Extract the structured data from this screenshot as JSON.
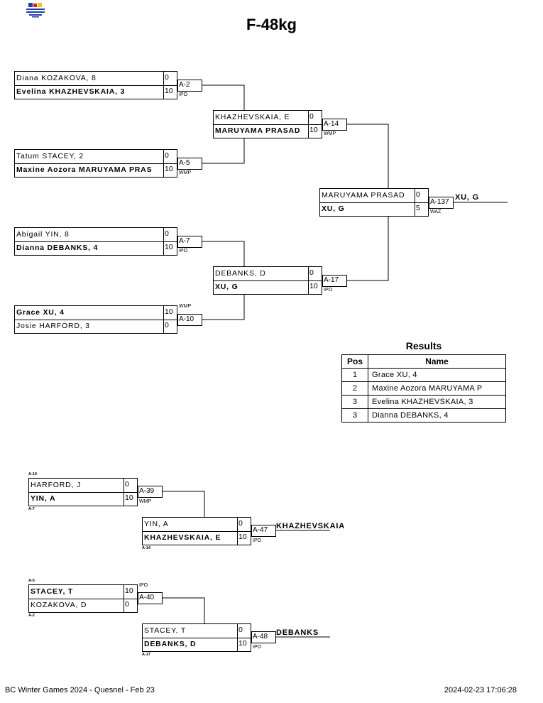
{
  "title": "F-48kg",
  "main_bracket": {
    "round1": [
      {
        "p1": "Diana KOZAKOVA, 8",
        "s1": "0",
        "p2": "Evelina KHAZHEVSKAIA, 3",
        "s2": "10",
        "match": "A-2",
        "win_type": "IPO",
        "winner": 2
      },
      {
        "p1": "Tatum STACEY, 2",
        "s1": "0",
        "p2": "Maxine Aozora MARUYAMA PRAS",
        "s2": "10",
        "match": "A-5",
        "win_type": "WMP",
        "winner": 2
      },
      {
        "p1": "Abigail YIN, 8",
        "s1": "0",
        "p2": "Dianna DEBANKS, 4",
        "s2": "10",
        "match": "A-7",
        "win_type": "IPO",
        "winner": 2
      },
      {
        "p1": "Grace XU, 4",
        "s1": "10",
        "p2": "Josie HARFORD, 3",
        "s2": "0",
        "match": "A-10",
        "win_type": "WMP",
        "winner": 1
      }
    ],
    "round2": [
      {
        "p1": "KHAZHEVSKAIA, E",
        "s1": "0",
        "p2": "MARUYAMA PRASAD",
        "s2": "10",
        "match": "A-14",
        "win_type": "WMP",
        "winner": 2
      },
      {
        "p1": "DEBANKS, D",
        "s1": "0",
        "p2": "XU, G",
        "s2": "10",
        "match": "A-17",
        "win_type": "IPO",
        "winner": 2
      }
    ],
    "final": {
      "p1": "MARUYAMA PRASAD",
      "s1": "0",
      "p2": "XU, G",
      "s2": "5",
      "match": "A-137",
      "win_type": "WAZ",
      "winner": 2,
      "champion": "XU, G"
    }
  },
  "results": {
    "title": "Results",
    "headers": [
      "Pos",
      "Name"
    ],
    "rows": [
      {
        "pos": "1",
        "name": "Grace XU, 4"
      },
      {
        "pos": "2",
        "name": "Maxine Aozora MARUYAMA P"
      },
      {
        "pos": "3",
        "name": "Evelina KHAZHEVSKAIA, 3"
      },
      {
        "pos": "3",
        "name": "Dianna DEBANKS, 4"
      }
    ]
  },
  "repechage": [
    {
      "r1": {
        "src1": "A-10",
        "p1": "HARFORD, J",
        "s1": "0",
        "src2": "A-7",
        "p2": "YIN, A",
        "s2": "10",
        "match": "A-39",
        "win_type": "WMP",
        "winner": 2
      },
      "r2": {
        "p1": "YIN, A",
        "s1": "0",
        "p2": "KHAZHEVSKAIA, E",
        "s2": "10",
        "src2": "A-14",
        "match": "A-47",
        "win_type": "IPO",
        "winner": 2,
        "result": "KHAZHEVSKAIA"
      }
    },
    {
      "r1": {
        "src1": "A-5",
        "p1": "STACEY, T",
        "s1": "10",
        "src2": "A-2",
        "p2": "KOZAKOVA, D",
        "s2": "0",
        "match": "A-40",
        "win_type": "IPO",
        "winner": 1
      },
      "r2": {
        "p1": "STACEY, T",
        "s1": "0",
        "p2": "DEBANKS, D",
        "s2": "10",
        "src2": "A-17",
        "match": "A-48",
        "win_type": "IPO",
        "winner": 2,
        "result": "DEBANKS"
      }
    }
  ],
  "footer": {
    "left": "BC Winter Games 2024 - Quesnel - Feb 23",
    "right": "2024-02-23 17:06:28"
  },
  "colors": {
    "line": "#000000",
    "logo_blue": "#1f3fae",
    "logo_red": "#d6202a",
    "logo_yellow": "#f2c21b"
  }
}
